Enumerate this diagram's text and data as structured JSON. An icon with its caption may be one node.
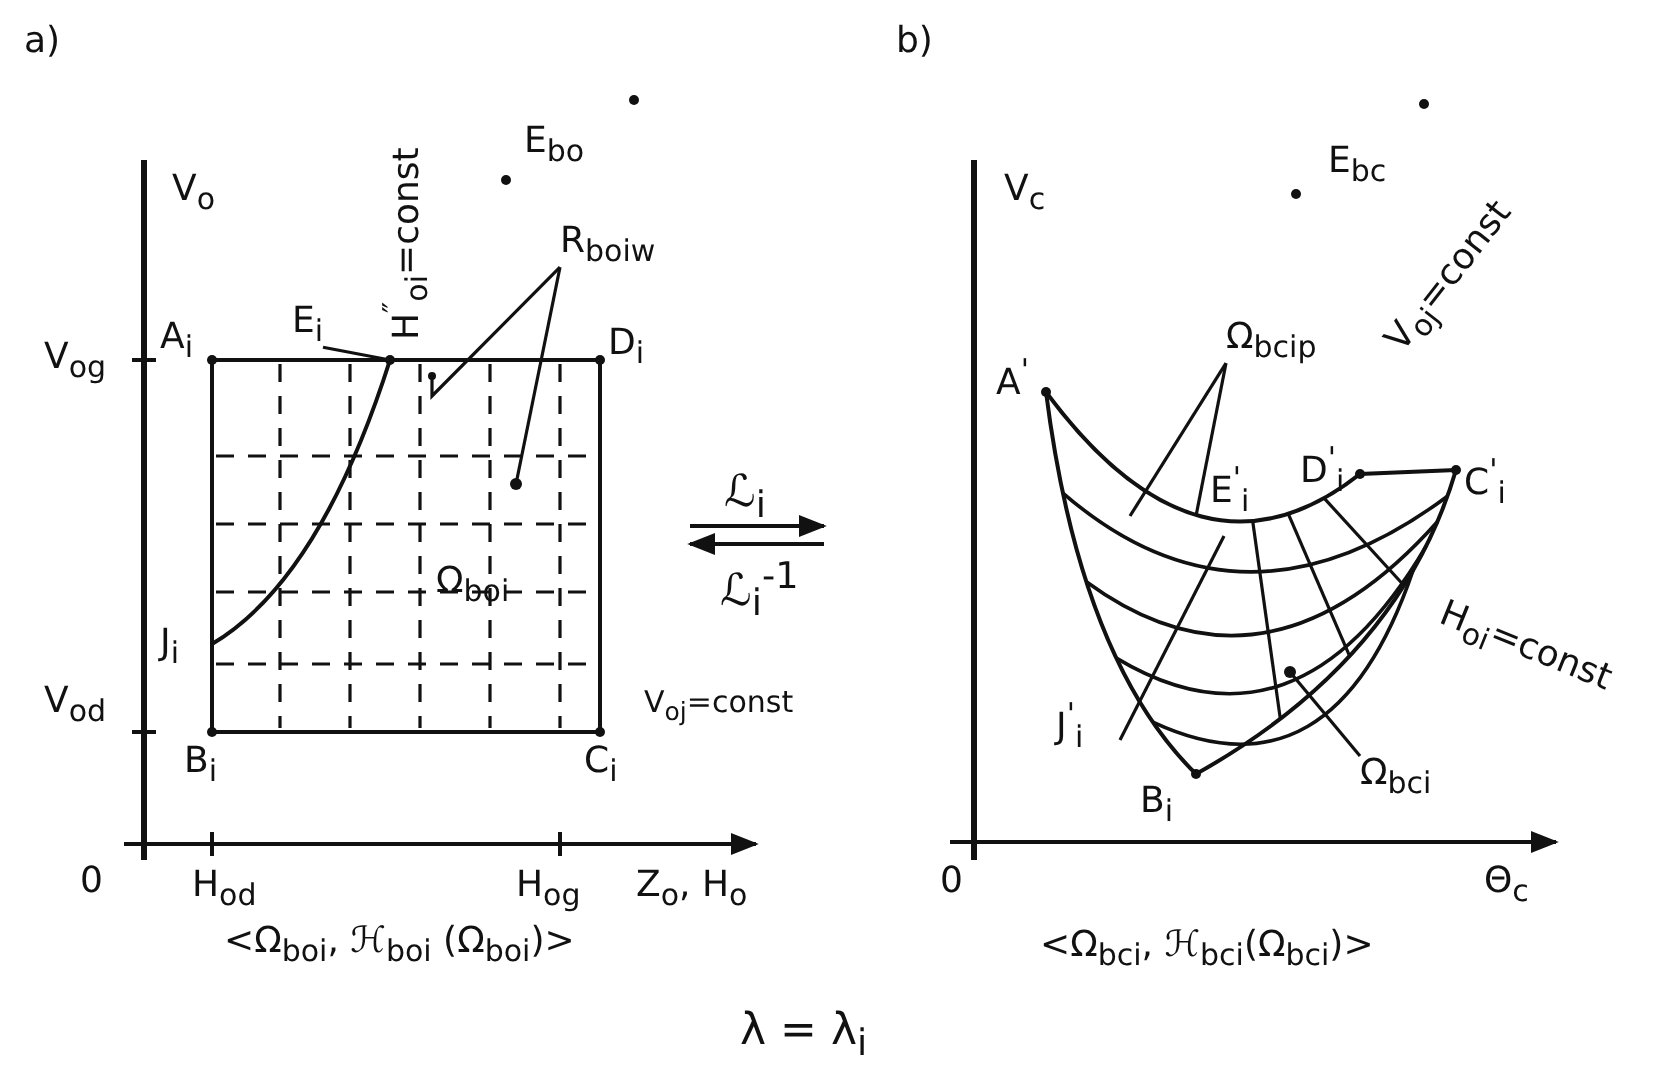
{
  "diagram": {
    "nodes": [
      {
        "text": [
          "E$_{i}$"
        ]
      },
      {
        "text": [
          "R$_{boiw}$"
        ]
      },
      {
        "text": [
          "Ω$_{bcip}$"
        ]
      },
      {
        "text": [
          "Ω$_{bci}$"
        ]
      },
      {
        "text": [],
        "shape": "circle"
      },
      {
        "text": [],
        "shape": "circle"
      },
      {
        "text": [],
        "shape": "circle"
      },
      {
        "text": [],
        "shape": "circle"
      }
    ],
    "edges": [
      {
        "from": 0,
        "to": 4,
        "arrow": "none"
      },
      {
        "from": 1,
        "to": 5,
        "arrow": "none"
      },
      {
        "from": 1,
        "to": 6,
        "arrow": "none"
      },
      {
        "from": 2,
        "to": null,
        "arrow": "none"
      },
      {
        "from": 2,
        "to": null,
        "arrow": "none"
      },
      {
        "from": 3,
        "to": 7,
        "arrow": "none"
      }
    ],
    "labels": [
      "a)",
      "V$_{o}$",
      "E$_{bo}$",
      "H$^{″}$$_{oi}$=const",
      "V$_{og}$",
      "A$_{i}$",
      "D$_{i}$",
      "Ω$_{boi}$",
      "J$_{i}$",
      "V$_{od}$",
      "B$_{i}$",
      "C$_{i}$",
      "V$_{oj}$=const",
      "0",
      "H$_{od}$",
      "H$_{og}$",
      "Z$_{o}$, H$_{o}$",
      "<Ω$_{boi}$, ℋ$_{boi}$ (Ω$_{boi}$)>",
      "ℒ$_{i}$",
      "ℒ$_{i}$$^{-1}$",
      "b)",
      "V$_{c}$",
      "E$_{bc}$",
      "V$_{oj}$=const",
      "A$^{'}$",
      "E$^{'}$$_{i}$",
      "D$^{'}$$_{i}$",
      "C$^{'}$$_{i}$",
      "H$_{oi}$=const",
      "J$^{'}$$_{i}$",
      "B$_{i}$",
      "0",
      "Θ$_{c}$",
      "<Ω$_{bci}$, ℋ$_{bci}$(Ω$_{bci}$)>",
      "λ = λ$_{i}$"
    ]
  }
}
